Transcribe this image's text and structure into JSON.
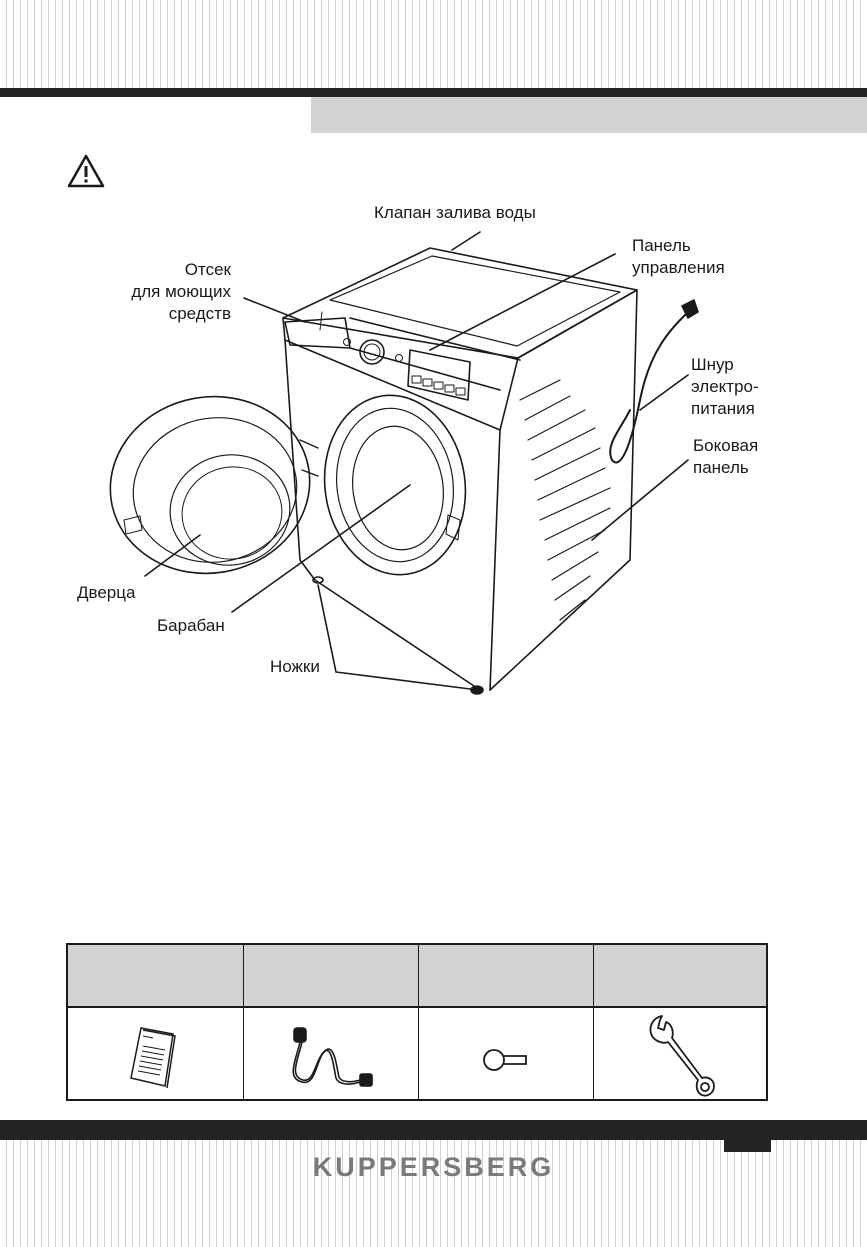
{
  "labels": {
    "water_valve": "Клапан залива воды",
    "control_panel_1": "Панель",
    "control_panel_2": "управления",
    "detergent_1": "Отсек",
    "detergent_2": "для моющих",
    "detergent_3": "средств",
    "cord_1": "Шнур",
    "cord_2": "электро-",
    "cord_3": "питания",
    "side_1": "Боковая",
    "side_2": "панель",
    "door": "Дверца",
    "drum": "Барабан",
    "legs": "Ножки"
  },
  "accessories": [
    {
      "label": "",
      "icon": "manual-icon"
    },
    {
      "label": "",
      "icon": "inlet-hose-icon"
    },
    {
      "label": "",
      "icon": "plug-cap-icon"
    },
    {
      "label": "",
      "icon": "wrench-icon"
    }
  ],
  "brand": "KUPPERSBERG",
  "colors": {
    "bars": "#232323",
    "banner": "#d2d2d2",
    "brand": "#7a7a7a"
  }
}
